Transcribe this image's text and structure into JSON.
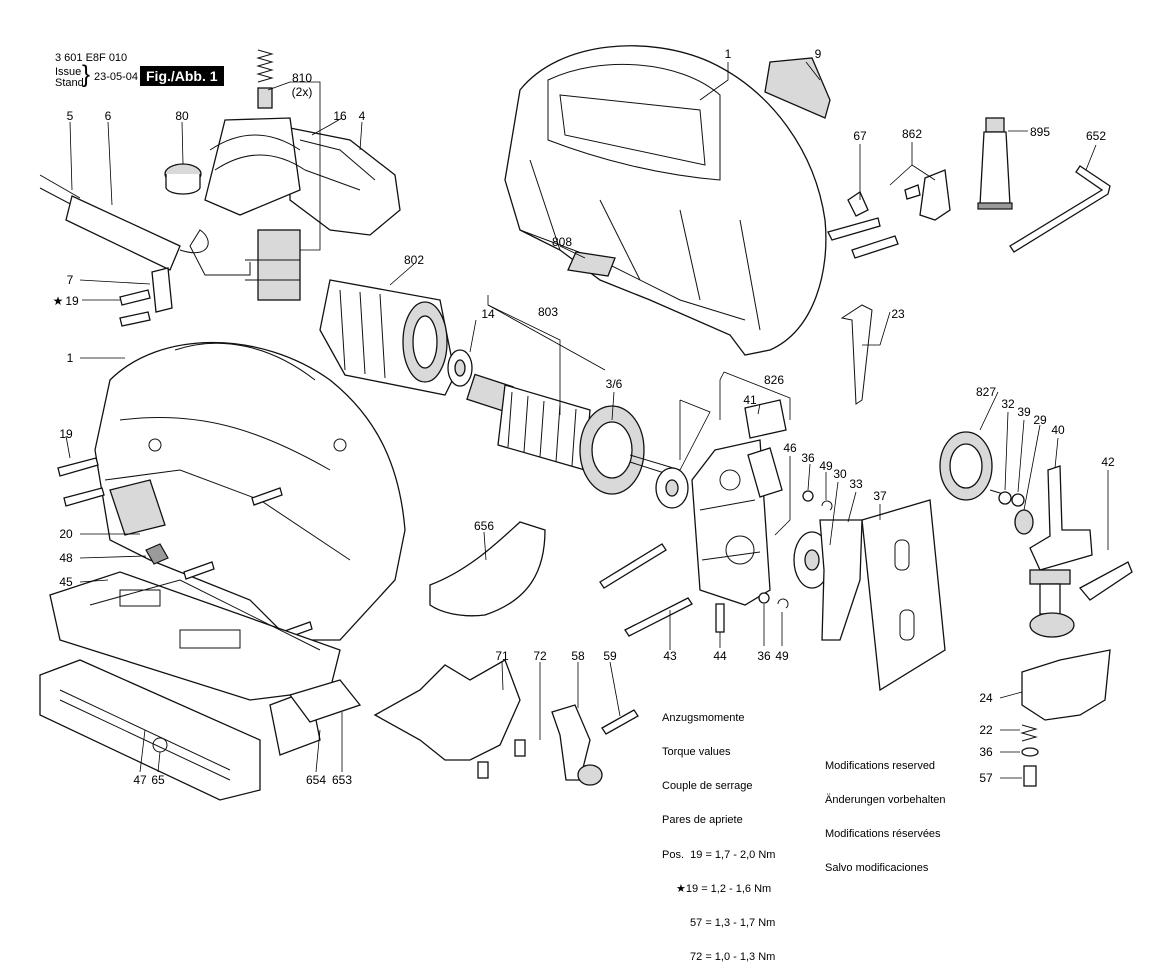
{
  "header": {
    "part_code": "3 601 E8F 010",
    "issue_label": "Issue",
    "stand_label": "Stand",
    "date": "23-05-04",
    "figure_badge": "Fig./Abb. 1"
  },
  "torque_block": {
    "titles": [
      "Anzugsmomente",
      "Torque values",
      "Couple de serrage",
      "Pares de apriete"
    ],
    "rows": [
      {
        "prefix": "Pos.",
        "marker": "",
        "pos": "19",
        "value": "= 1,7 - 2,0 Nm"
      },
      {
        "prefix": "",
        "marker": "★",
        "pos": "19",
        "value": "= 1,2 - 1,6 Nm"
      },
      {
        "prefix": "",
        "marker": "",
        "pos": "57",
        "value": "= 1,3 - 1,7 Nm"
      },
      {
        "prefix": "",
        "marker": "",
        "pos": "72",
        "value": "= 1,0 - 1,3 Nm"
      }
    ]
  },
  "modifications": [
    "Modifications reserved",
    "Änderungen vorbehalten",
    "Modifications réservées",
    "Salvo modificaciones"
  ],
  "part_labels": [
    {
      "id": "lbl-1-top",
      "text": "1"
    },
    {
      "id": "lbl-9",
      "text": "9"
    },
    {
      "id": "lbl-810",
      "text": "810"
    },
    {
      "id": "lbl-810-qty",
      "text": "(2x)"
    },
    {
      "id": "lbl-5",
      "text": "5"
    },
    {
      "id": "lbl-6",
      "text": "6"
    },
    {
      "id": "lbl-80",
      "text": "80"
    },
    {
      "id": "lbl-16",
      "text": "16"
    },
    {
      "id": "lbl-4",
      "text": "4"
    },
    {
      "id": "lbl-67",
      "text": "67"
    },
    {
      "id": "lbl-862",
      "text": "862"
    },
    {
      "id": "lbl-895",
      "text": "895"
    },
    {
      "id": "lbl-652",
      "text": "652"
    },
    {
      "id": "lbl-808",
      "text": "808"
    },
    {
      "id": "lbl-802",
      "text": "802"
    },
    {
      "id": "lbl-7",
      "text": "7"
    },
    {
      "id": "lbl-19-star",
      "text": "19"
    },
    {
      "id": "lbl-803",
      "text": "803"
    },
    {
      "id": "lbl-14",
      "text": "14"
    },
    {
      "id": "lbl-23",
      "text": "23"
    },
    {
      "id": "lbl-1-side",
      "text": "1"
    },
    {
      "id": "lbl-3-6",
      "text": "3/6"
    },
    {
      "id": "lbl-826",
      "text": "826"
    },
    {
      "id": "lbl-827",
      "text": "827"
    },
    {
      "id": "lbl-41",
      "text": "41"
    },
    {
      "id": "lbl-32",
      "text": "32"
    },
    {
      "id": "lbl-39",
      "text": "39"
    },
    {
      "id": "lbl-29",
      "text": "29"
    },
    {
      "id": "lbl-40",
      "text": "40"
    },
    {
      "id": "lbl-19-left",
      "text": "19"
    },
    {
      "id": "lbl-46",
      "text": "46"
    },
    {
      "id": "lbl-36-a",
      "text": "36"
    },
    {
      "id": "lbl-49-a",
      "text": "49"
    },
    {
      "id": "lbl-30",
      "text": "30"
    },
    {
      "id": "lbl-33",
      "text": "33"
    },
    {
      "id": "lbl-37",
      "text": "37"
    },
    {
      "id": "lbl-42",
      "text": "42"
    },
    {
      "id": "lbl-20",
      "text": "20"
    },
    {
      "id": "lbl-656",
      "text": "656"
    },
    {
      "id": "lbl-48",
      "text": "48"
    },
    {
      "id": "lbl-45",
      "text": "45"
    },
    {
      "id": "lbl-71",
      "text": "71"
    },
    {
      "id": "lbl-72",
      "text": "72"
    },
    {
      "id": "lbl-58",
      "text": "58"
    },
    {
      "id": "lbl-59",
      "text": "59"
    },
    {
      "id": "lbl-43",
      "text": "43"
    },
    {
      "id": "lbl-44",
      "text": "44"
    },
    {
      "id": "lbl-36-b",
      "text": "36"
    },
    {
      "id": "lbl-49-b",
      "text": "49"
    },
    {
      "id": "lbl-24",
      "text": "24"
    },
    {
      "id": "lbl-22",
      "text": "22"
    },
    {
      "id": "lbl-36-c",
      "text": "36"
    },
    {
      "id": "lbl-57",
      "text": "57"
    },
    {
      "id": "lbl-47",
      "text": "47"
    },
    {
      "id": "lbl-65",
      "text": "65"
    },
    {
      "id": "lbl-654",
      "text": "654"
    },
    {
      "id": "lbl-653",
      "text": "653"
    }
  ],
  "star_marker": "★"
}
